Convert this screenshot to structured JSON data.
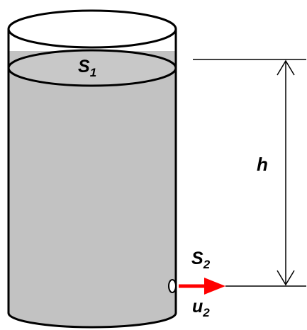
{
  "labels": {
    "top_area": {
      "main": "S",
      "sub": "1"
    },
    "height": "h",
    "hole_area": {
      "main": "S",
      "sub": "2"
    },
    "velocity": {
      "main": "u",
      "sub": "2"
    }
  },
  "colors": {
    "liquid": "#bdbdbd",
    "liquid_light": "#c4c4c4",
    "outline": "#000000",
    "arrow": "#ff0000",
    "background": "#ffffff"
  }
}
